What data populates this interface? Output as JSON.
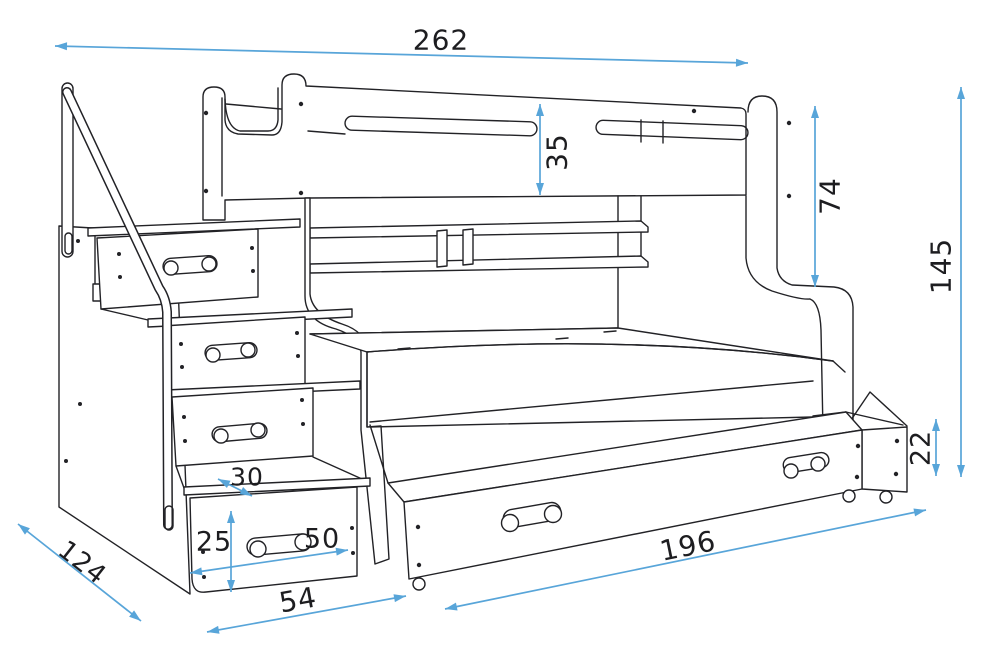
{
  "drawing": {
    "kind": "furniture technical drawing",
    "subject": "bunk bed with staircase drawers, shelf and under-bed drawer"
  },
  "dimensions": {
    "overall_width": "262",
    "guard_rail_height": "35",
    "upper_section_height": "74",
    "overall_height": "145",
    "drawer_height": "22",
    "bed_length": "196",
    "depth": "124",
    "stairs_depth": "54",
    "step_height": "25",
    "step_width": "50",
    "tread_depth": "30"
  },
  "colors": {
    "dimension_lines": "#58a5d9",
    "artwork_lines": "#222226",
    "label_text": "#1d1d20",
    "background": "#ffffff"
  }
}
